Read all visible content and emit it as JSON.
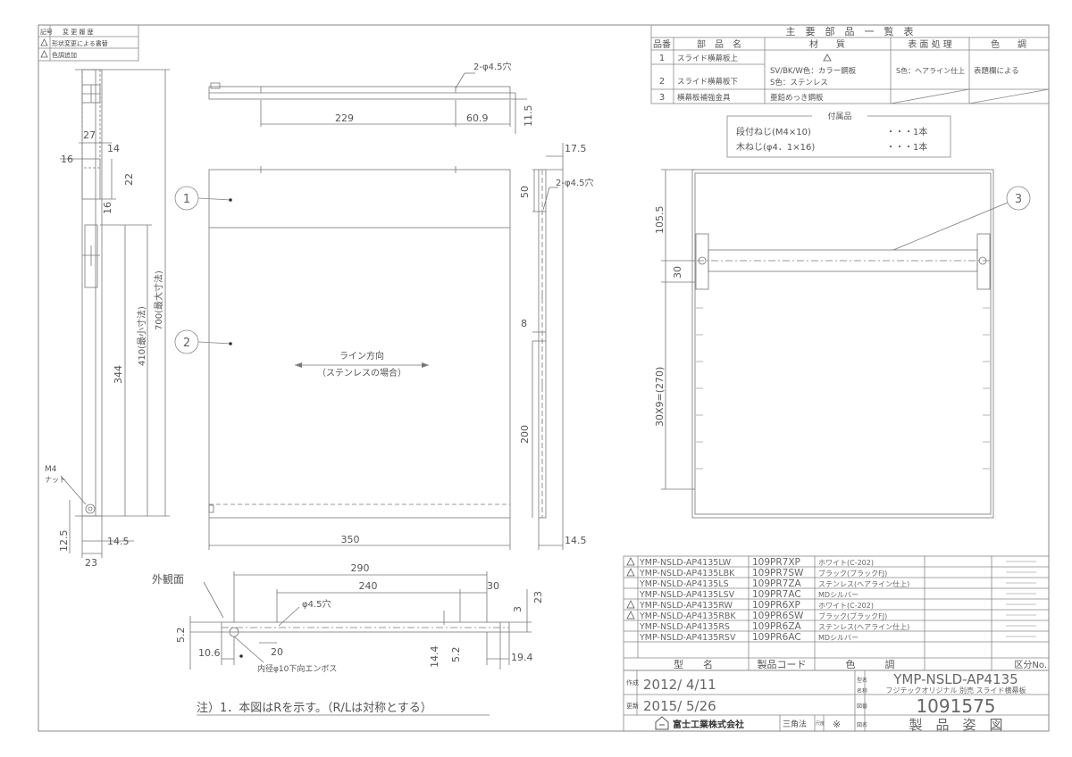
{
  "revision_block": {
    "header_no": "記号",
    "header_content": "変 更 履 歴",
    "rows": [
      "形状変更による書替",
      "色調追加"
    ]
  },
  "parts_table": {
    "title": "主　要　部　品　一　覧　表",
    "headers": [
      "品番",
      "部　品　名",
      "材　　質",
      "表 面 処 理",
      "色　　調"
    ],
    "rows": [
      {
        "no": "1",
        "name": "スライド横幕板上"
      },
      {
        "no": "2",
        "name": "スライド横幕板下"
      },
      {
        "no": "3",
        "name": "横幕板補強金具",
        "material": "亜鉛めっき鋼板"
      }
    ],
    "material_merged_line1": "SV/BK/W色：カラー鋼板",
    "material_merged_line2": "S色：ステンレス",
    "finish_merged": "S色：ヘアライン仕上",
    "color_merged": "表題欄による"
  },
  "accessories": {
    "title": "付属品",
    "items": [
      {
        "name": "段付ねじ(M4×10)",
        "qty": "・・・1本"
      },
      {
        "name": "木ねじ(φ4．1×16)",
        "qty": "・・・1本"
      }
    ]
  },
  "dims": {
    "top_hole": "2-φ4.5穴",
    "top_229": "229",
    "top_609": "60.9",
    "top_115": "11.5",
    "d27": "27",
    "d14": "14",
    "d16a": "16",
    "d22": "22",
    "d16b": "16",
    "d344": "344",
    "d410": "410(最小寸法)",
    "d700": "700(最大寸法)",
    "m4": "M4",
    "nut": "ナット",
    "d125": "12.5",
    "d145a": "14.5",
    "d23a": "23",
    "d350": "350",
    "d175": "17.5",
    "d50": "50",
    "side_hole": "2-φ4.5穴",
    "d8": "8",
    "d200": "200",
    "d145b": "14.5",
    "line_dir1": "ライン方向",
    "line_dir2": "（ステンレスの場合）",
    "gaikan": "外観面",
    "b290": "290",
    "b240": "240",
    "b30": "30",
    "b45": "φ4.5穴",
    "b3": "3",
    "b23": "23",
    "b52a": "5.2",
    "b106": "10.6",
    "b20": "20",
    "b144": "14.4",
    "b52b": "5.2",
    "b194": "19.4",
    "emboss": "内径φ10下向エンボス",
    "r1055": "105.5",
    "r30": "30",
    "r270": "30X9=(270)",
    "balloon1": "1",
    "balloon2": "2",
    "balloon3": "3"
  },
  "note": "注）1．本図はRを示す。（R/Lは対称とする）",
  "models": {
    "rows": [
      {
        "mark": true,
        "model": "YMP-NSLD-AP4135LW",
        "code": "109PR7XP",
        "color": "ホワイト(C-202)"
      },
      {
        "mark": true,
        "model": "YMP-NSLD-AP4135LBK",
        "code": "109PR7SW",
        "color": "ブラック(ブラックFJ)"
      },
      {
        "mark": false,
        "model": "YMP-NSLD-AP4135LS",
        "code": "109PR7ZA",
        "color": "ステンレス(ヘアライン仕上)"
      },
      {
        "mark": false,
        "model": "YMP-NSLD-AP4135LSV",
        "code": "109PR7AC",
        "color": "MDシルバー"
      },
      {
        "mark": true,
        "model": "YMP-NSLD-AP4135RW",
        "code": "109PR6XP",
        "color": "ホワイト(C-202)"
      },
      {
        "mark": true,
        "model": "YMP-NSLD-AP4135RBK",
        "code": "109PR6SW",
        "color": "ブラック(ブラックFJ)"
      },
      {
        "mark": false,
        "model": "YMP-NSLD-AP4135RS",
        "code": "109PR6ZA",
        "color": "ステンレス(ヘアライン仕上)"
      },
      {
        "mark": false,
        "model": "YMP-NSLD-AP4135RSV",
        "code": "109PR6AC",
        "color": "MDシルバー"
      }
    ],
    "header_model": "型　　名",
    "header_code": "製品コード",
    "header_color": "色　　　調",
    "header_class": "区分No."
  },
  "title_block": {
    "label_created": "作成",
    "label_updated": "更新",
    "created": "2012/ 4/11",
    "updated": "2015/ 5/26",
    "label_model": "型名",
    "label_name": "名称",
    "label_drawing_no": "図番",
    "label_drawing_name": "図名",
    "model_name": "YMP-NSLD-AP4135",
    "subtitle": "フジテックオリジナル 別売 スライド横幕板",
    "drawing_no": "1091575",
    "drawing_name": "製　品　姿　図",
    "company": "富士工業株式会社",
    "projection": "三角法",
    "scale_label": "尺度",
    "scale_value": "※"
  }
}
